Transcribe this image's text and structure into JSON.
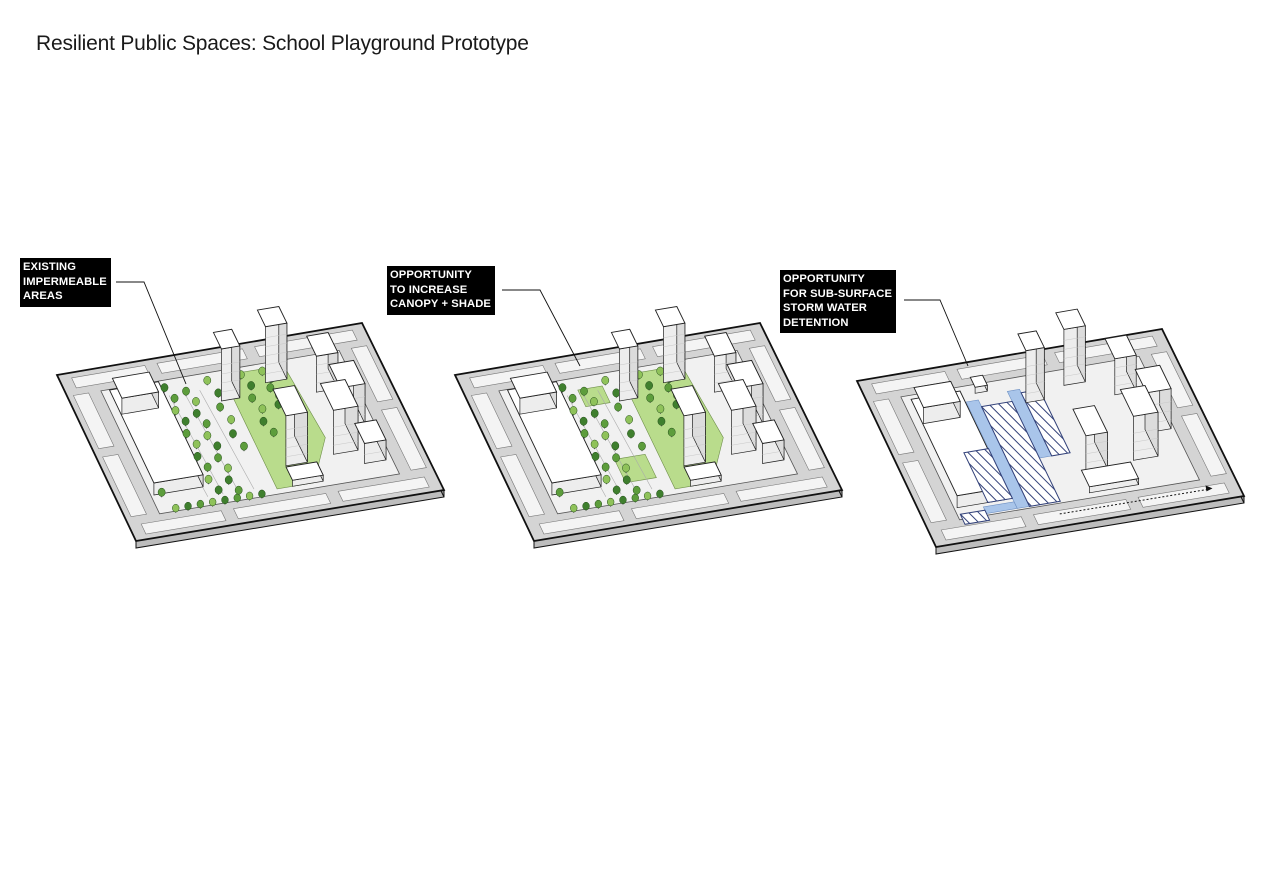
{
  "page": {
    "title": "Resilient Public Spaces: School Playground Prototype"
  },
  "panels": [
    {
      "id": "existing",
      "callout_lines": [
        "EXISTING",
        "IMPERMEABLE",
        "AREAS"
      ]
    },
    {
      "id": "canopy",
      "callout_lines": [
        "OPPORTUNITY",
        "TO INCREASE",
        "CANOPY + SHADE"
      ]
    },
    {
      "id": "stormwater",
      "callout_lines": [
        "OPPORTUNITY",
        "FOR SUB-SURFACE",
        "STORM WATER",
        "DETENTION"
      ]
    }
  ],
  "colors": {
    "green_space": "#b9dc8c",
    "tree_dark": "#3f7f2e",
    "tree_mid": "#5d9d3c",
    "tree_light": "#8fc25a",
    "street": "#d4d4d4",
    "block_inner": "#f1f1f1",
    "water": "#a9c5ea",
    "water_hatch": "#33427a",
    "callout_bg": "#000000"
  }
}
